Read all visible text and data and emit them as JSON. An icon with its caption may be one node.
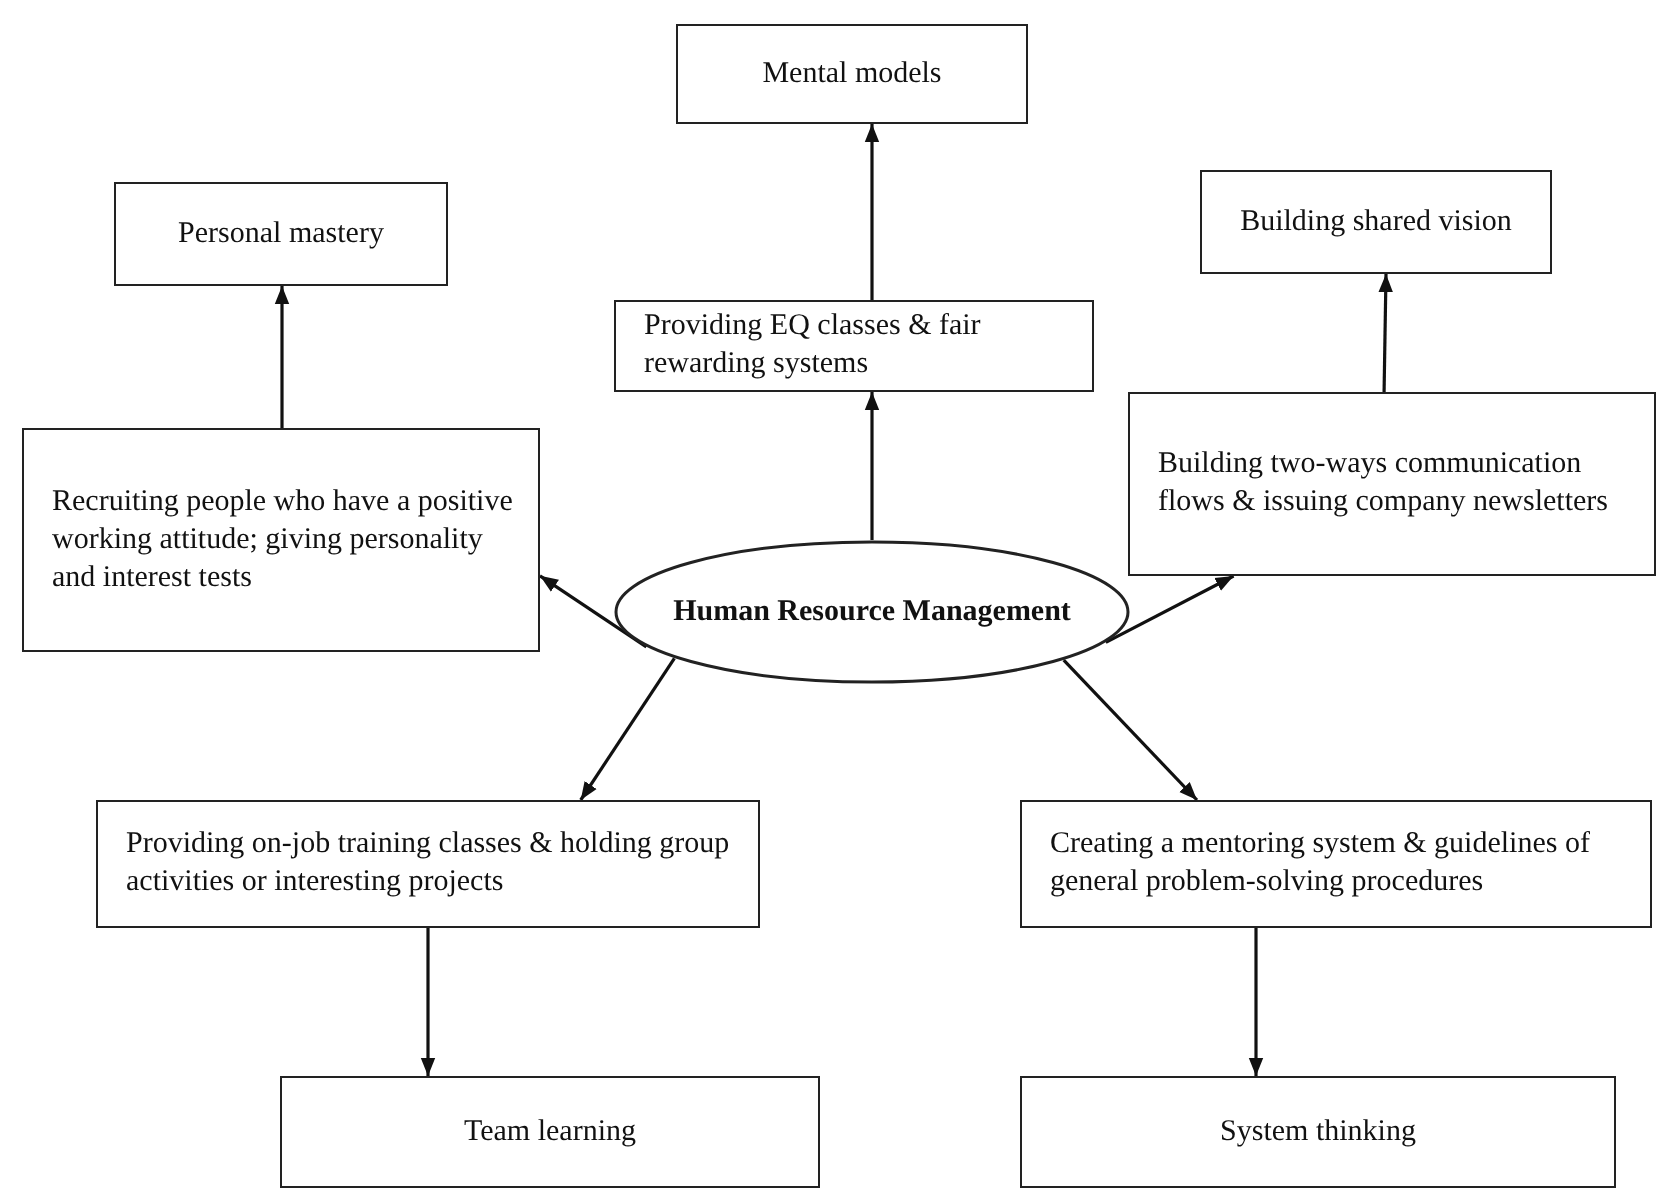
{
  "diagram": {
    "nodes": [
      {
        "text": [
          "Mental models"
        ]
      },
      {
        "text": [
          "Personal mastery"
        ]
      },
      {
        "text": [
          "Building shared vision"
        ]
      },
      {
        "text": [
          "Providing EQ classes & fair rewarding systems"
        ]
      },
      {
        "text": [
          "Recruiting people who have a positive working attitude; giving personality and interest tests"
        ]
      },
      {
        "text": [
          "Building two-ways communication flows & issuing company newsletters"
        ]
      },
      {
        "text": [
          "Human Resource Management"
        ]
      },
      {
        "text": [
          "Providing on-job training classes & holding group activities or interesting projects"
        ]
      },
      {
        "text": [
          "Creating a mentoring system & guidelines of general problem-solving procedures"
        ]
      },
      {
        "text": [
          "Team learning"
        ]
      },
      {
        "text": [
          "System thinking"
        ]
      }
    ],
    "edges": [
      {
        "from": 6,
        "to": 4,
        "arrow": "to"
      },
      {
        "from": 6,
        "to": 3,
        "arrow": "to"
      },
      {
        "from": 6,
        "to": 5,
        "arrow": "to"
      },
      {
        "from": 6,
        "to": 7,
        "arrow": "to"
      },
      {
        "from": 6,
        "to": 8,
        "arrow": "to"
      },
      {
        "from": 4,
        "to": 1,
        "arrow": "to"
      },
      {
        "from": 3,
        "to": 0,
        "arrow": "to"
      },
      {
        "from": 5,
        "to": 2,
        "arrow": "to"
      },
      {
        "from": 7,
        "to": 9,
        "arrow": "to"
      },
      {
        "from": 8,
        "to": 10,
        "arrow": "to"
      }
    ]
  }
}
